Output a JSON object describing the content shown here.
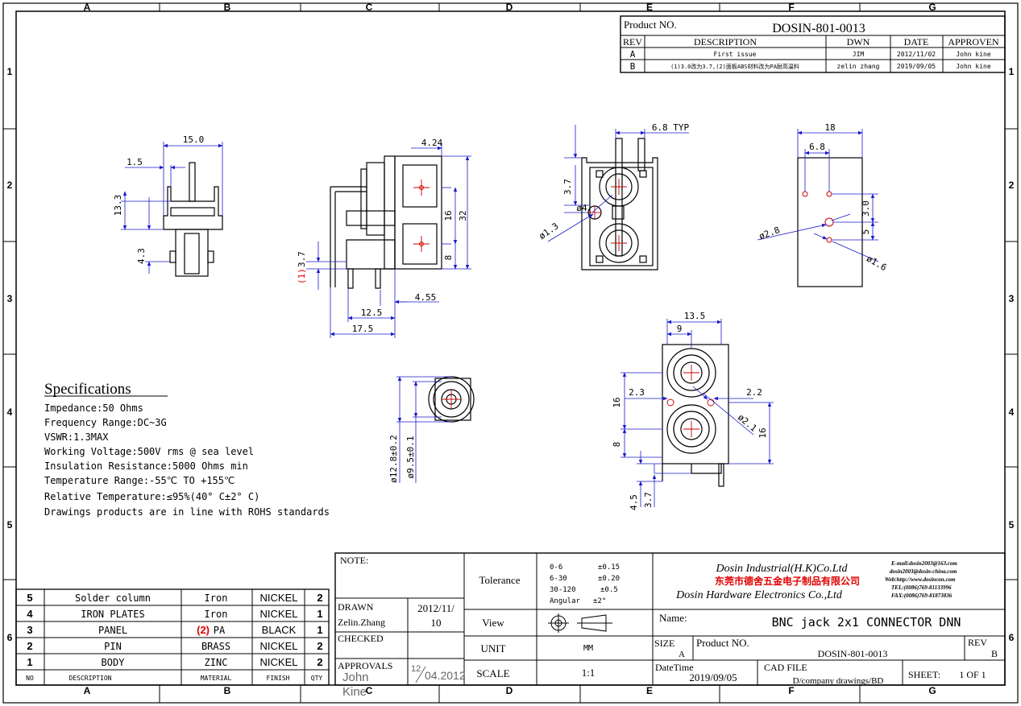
{
  "columns": [
    "A",
    "B",
    "C",
    "D",
    "E",
    "F",
    "G"
  ],
  "rows": [
    "1",
    "2",
    "3",
    "4",
    "5",
    "6"
  ],
  "header": {
    "product_label": "Product NO.",
    "product_no": "DOSIN-801-0013",
    "rev_table": {
      "headers": [
        "REV",
        "DESCRIPTION",
        "DWN",
        "DATE",
        "APPROVEN"
      ],
      "rows": [
        [
          "A",
          "First issue",
          "JIM",
          "2012/11/02",
          "John kine"
        ],
        [
          "B",
          "(1)3.0改为3.7,(2)面板ABS材料改为PA耐高温料",
          "zelin zhang",
          "2019/09/05",
          "John kine"
        ]
      ]
    }
  },
  "dims": {
    "side1": {
      "w": "15.0",
      "a": "1.5",
      "h": "13.3",
      "b": "4.3"
    },
    "side2": {
      "top": "4.24",
      "h1": "16",
      "h2": "32",
      "h3": "8",
      "pin": "3.7",
      "rev_mark": "(1)",
      "w1": "4.55",
      "w2": "12.5",
      "w3": "17.5"
    },
    "back": {
      "typ": "6.8 TYP",
      "h": "3.7",
      "d1": "ø4",
      "d2": "ø1.3"
    },
    "rear": {
      "w": "18",
      "a": "6.8",
      "h1": "3.0",
      "h2": "5",
      "d1": "ø2.8",
      "d2": "ø1.6"
    },
    "front": {
      "d1": "ø12.8±0.2",
      "d2": "ø9.5±0.1"
    },
    "bottom": {
      "w1": "13.5",
      "w2": "9",
      "l": "2.3",
      "r": "2.2",
      "d": "ø2.1",
      "h1": "16",
      "h2": "8",
      "h3": "16",
      "b1": "4.5",
      "b2": "3.7"
    }
  },
  "specs": {
    "title": "Specifications",
    "lines": [
      "Impedance:50 Ohms",
      "Frequency Range:DC~3G",
      "VSWR:1.3MAX",
      "Working Voltage:500V rms @ sea level",
      "Insulation Resistance:5000 Ohms min",
      "Temperature Range:-55℃ TO +155℃",
      "Relative Temperature:≤95%(40° C±2° C)",
      "Drawings products are in line with ROHS standards"
    ]
  },
  "bom": {
    "headers": [
      "NO",
      "DESCRIPTION",
      "MATERIAL",
      "FINISH",
      "QTY"
    ],
    "rows": [
      {
        "no": "5",
        "desc": "Solder column",
        "mat": "Iron",
        "mat_mark": "",
        "finish": "NICKEL",
        "qty": "2"
      },
      {
        "no": "4",
        "desc": "IRON PLATES",
        "mat": "Iron",
        "mat_mark": "",
        "finish": "NICKEL",
        "qty": "1"
      },
      {
        "no": "3",
        "desc": "PANEL",
        "mat": "PA",
        "mat_mark": "(2)",
        "finish": "BLACK",
        "qty": "1"
      },
      {
        "no": "2",
        "desc": "PIN",
        "mat": "BRASS",
        "mat_mark": "",
        "finish": "NICKEL",
        "qty": "2"
      },
      {
        "no": "1",
        "desc": "BODY",
        "mat": "ZINC",
        "mat_mark": "",
        "finish": "NICKEL",
        "qty": "2"
      }
    ]
  },
  "title_block": {
    "note_label": "NOTE:",
    "drawn_label": "DRAWN",
    "drawn_name": "Zelin.Zhang",
    "drawn_date_1": "2012/11/",
    "drawn_date_2": "10",
    "checked_label": "CHECKED",
    "approvals_label": "APPROVALS",
    "approvals_name_1": "John",
    "approvals_name_2": "Kine",
    "approvals_date_a": "12",
    "approvals_date_b": "04.2012",
    "tolerance_label": "Tolerance",
    "tolerance": [
      [
        "0-6",
        "±0.15"
      ],
      [
        "6-30",
        "±0.20"
      ],
      [
        "30-120",
        "±0.5"
      ],
      [
        "Angular",
        "±2°"
      ]
    ],
    "view_label": "View",
    "unit_label": "UNIT",
    "unit": "MM",
    "scale_label": "SCALE",
    "scale": "1:1",
    "company_en_1": "Dosin Industrial(H.K)Co.Ltd",
    "company_cn": "东莞市德舍五金电子制品有限公司",
    "company_en_2": "Dosin Hardware Electronics Co.,Ltd",
    "contact": [
      "E-mail:dosin2003@163.com",
      "dosin2003@dosin-china.com",
      "Web:http://www.dosincon.com",
      "TEL:(0086)769-81133996",
      "FAX:(0086)769-81873836"
    ],
    "name_label": "Name:",
    "name": "BNC jack 2x1  CONNECTOR DNN",
    "size_label": "SIZE",
    "size": "A",
    "product_label": "Product NO.",
    "product_no": "DOSIN-801-0013",
    "rev_label": "REV",
    "rev": "B",
    "datetime_label": "DateTime",
    "datetime": "2019/09/05",
    "cad_label": "CAD FILE",
    "cad_path": "D/company drawings/BD",
    "sheet_label": "SHEET:",
    "sheet": "1 OF 1"
  },
  "colors": {
    "line": "#000000",
    "dim": "#1a1acc",
    "center": "#cc0000",
    "mark": "#e00000"
  }
}
